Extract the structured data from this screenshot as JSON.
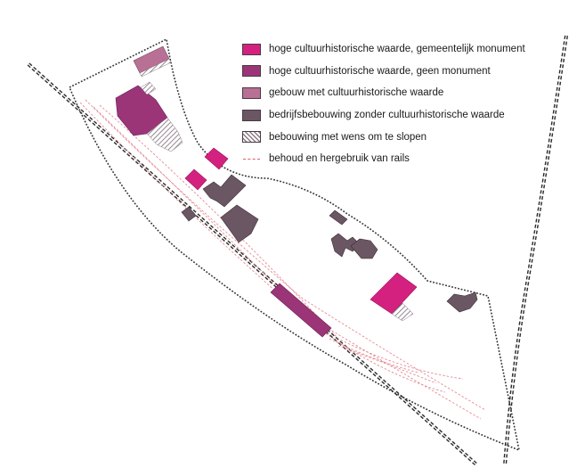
{
  "legend": [
    {
      "key": "gemeentelijk",
      "label": "hoge cultuurhistorische waarde, gemeentelijk monument",
      "color": "#d4217f",
      "pattern": "solid"
    },
    {
      "key": "geen-monument",
      "label": "hoge cultuurhistorische waarde, geen monument",
      "color": "#9b3578",
      "pattern": "solid"
    },
    {
      "key": "cultuurhistorisch",
      "label": "gebouw met cultuurhistorische waarde",
      "color": "#b87095",
      "pattern": "solid"
    },
    {
      "key": "bedrijfs",
      "label": "bedrijfsbebouwing zonder cultuurhistorische waarde",
      "color": "#6b5663",
      "pattern": "solid"
    },
    {
      "key": "slopen",
      "label": "bebouwing met wens om te slopen",
      "color": "#c9b9c2",
      "pattern": "hatch"
    },
    {
      "key": "rails",
      "label": "behoud en hergebruik van rails",
      "color": "#e05a6a",
      "pattern": "dash"
    }
  ],
  "colors": {
    "boundary": "#333333",
    "railway": "#2a2a2a"
  }
}
